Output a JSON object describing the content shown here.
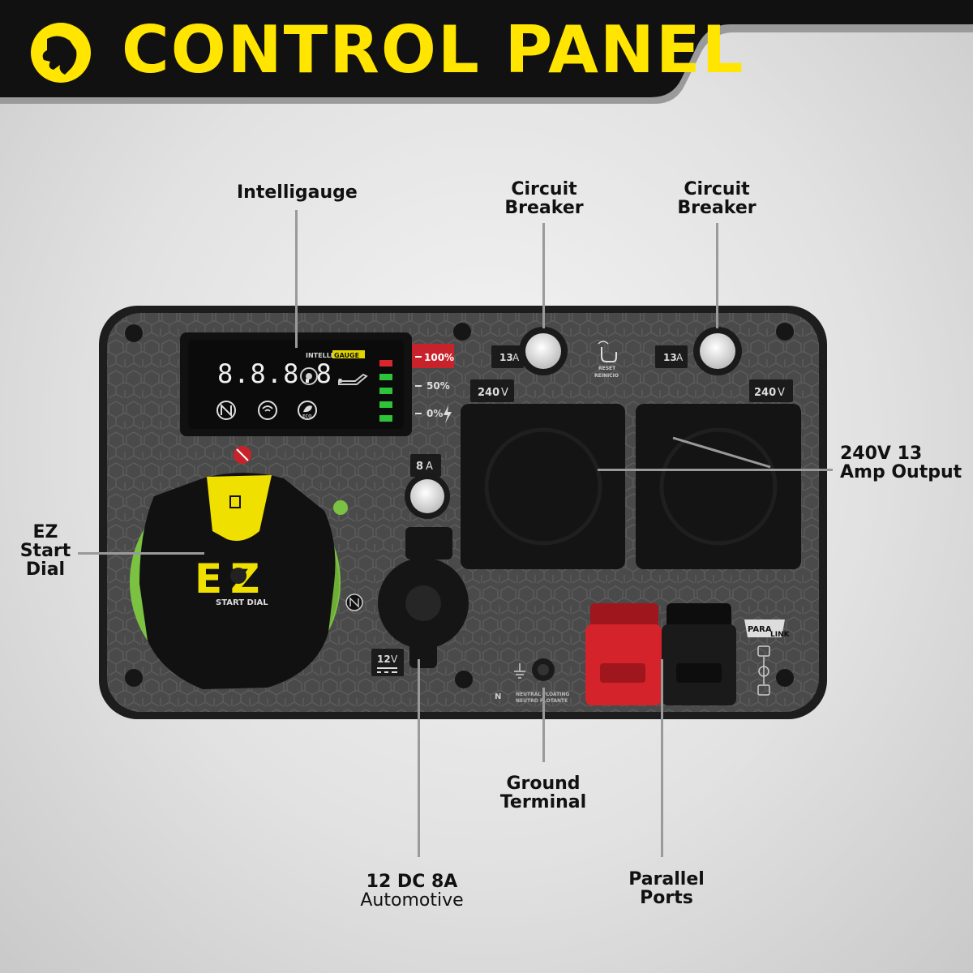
{
  "header": {
    "title": "CONTROL PANEL",
    "colors": {
      "banner": "#111111",
      "title": "#ffe500"
    }
  },
  "callouts": {
    "intelligauge": "Intelligauge",
    "breaker_left": [
      "Circuit",
      "Breaker"
    ],
    "breaker_right": [
      "Circuit",
      "Breaker"
    ],
    "output": [
      "240V 13",
      "Amp Output"
    ],
    "ez_start": [
      "EZ",
      "Start",
      "Dial"
    ],
    "ground": [
      "Ground",
      "Terminal"
    ],
    "dc": {
      "line1": "12 DC 8A",
      "line2": "Automotive"
    },
    "parallel": [
      "Parallel",
      "Ports"
    ]
  },
  "panel": {
    "display_digits": "8.8.8.8.",
    "intelli": "INTELLI",
    "gauge": "GAUGE",
    "level_100": "100%",
    "level_50": "50%",
    "level_0": "0%",
    "eco": "ECO",
    "breaker_left_amps": "13",
    "breaker_right_amps": "13",
    "amp_unit": "A",
    "outlet_left_volts": "240",
    "outlet_right_volts": "240",
    "volt_unit": "V",
    "reset": "RESET",
    "reinicio": "REINICIO",
    "dc_breaker_amps": "8",
    "dc_volts": "12",
    "ez_logo": "EZ",
    "start_dial": "START DIAL",
    "neutral_en": "NEUTRAL FLOATING",
    "neutral_es": "NEUTRO FLOTANTE",
    "neutral_symbol": "N",
    "para": "PARA",
    "link": "LINK",
    "colors": {
      "panel": "#4a4a4a",
      "dial_green": "#7cc242",
      "dial_yellow": "#f0e000",
      "parallel_red": "#d4232b",
      "led_red": "#d8262b",
      "led_green": "#2fc33a"
    }
  }
}
